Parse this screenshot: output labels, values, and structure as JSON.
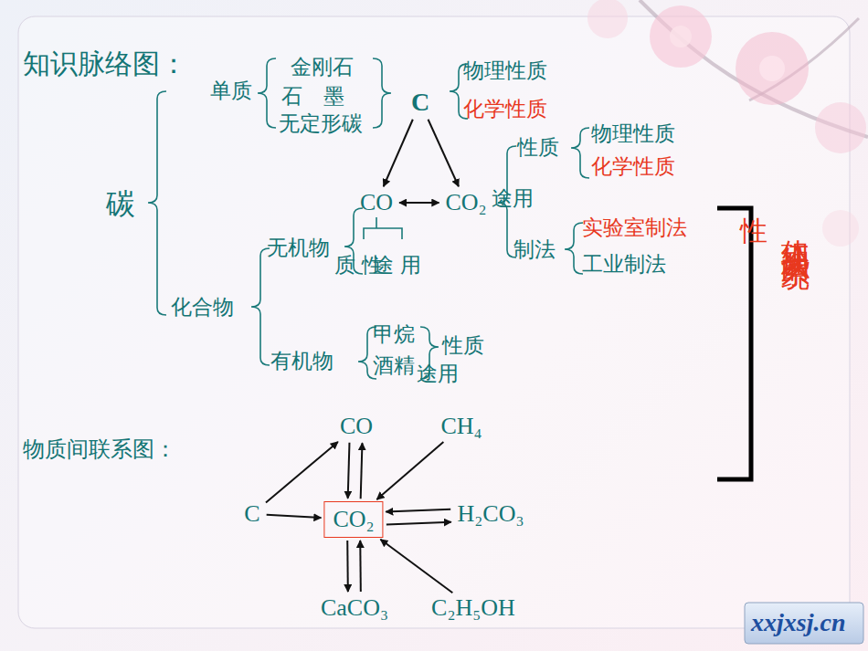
{
  "diagram": {
    "title": "知识脉络图：",
    "nodes": [
      {
        "text": [
          "C"
        ]
      },
      {
        "text": [
          "CO"
        ]
      },
      {
        "text": [
          "CO₂"
        ]
      },
      {
        "text": [
          "CO"
        ]
      },
      {
        "text": [
          "CH₄"
        ]
      },
      {
        "text": [
          "C"
        ]
      },
      {
        "text": [
          "CO₂"
        ]
      },
      {
        "text": [
          "H₂CO₃"
        ]
      },
      {
        "text": [
          "CaCO₃"
        ]
      },
      {
        "text": [
          "C₂H₅OH"
        ]
      }
    ],
    "edges": [
      {
        "from": 0,
        "to": 1,
        "arrow": "to"
      },
      {
        "from": 0,
        "to": 2,
        "arrow": "to"
      },
      {
        "from": 1,
        "to": 2,
        "arrow": "both"
      },
      {
        "from": 5,
        "to": 3,
        "arrow": "to"
      },
      {
        "from": 5,
        "to": 6,
        "arrow": "to"
      },
      {
        "from": 3,
        "to": 6,
        "arrow": "to"
      },
      {
        "from": 6,
        "to": 3,
        "arrow": "to"
      },
      {
        "from": 4,
        "to": 6,
        "arrow": "to"
      },
      {
        "from": 6,
        "to": 7,
        "arrow": "to"
      },
      {
        "from": 7,
        "to": 6,
        "arrow": "to"
      },
      {
        "from": 6,
        "to": 8,
        "arrow": "to"
      },
      {
        "from": 8,
        "to": 6,
        "arrow": "to"
      },
      {
        "from": 9,
        "to": 6,
        "arrow": "to"
      }
    ],
    "labels": [
      "单质",
      "金刚石",
      "石　墨",
      "无定形碳",
      "物理性质",
      "化学性质",
      "碳",
      "性质",
      "途用",
      "制法",
      "物理性质",
      "化学性质",
      "实验室制法",
      "工业制法",
      "化合物",
      "无机物",
      "质 性",
      "途 用",
      "有机物",
      "甲烷",
      "酒精",
      "性质",
      "途用",
      "性",
      "体现知识的系统",
      "物质间联系图：",
      "xxjxsj.cn"
    ]
  }
}
